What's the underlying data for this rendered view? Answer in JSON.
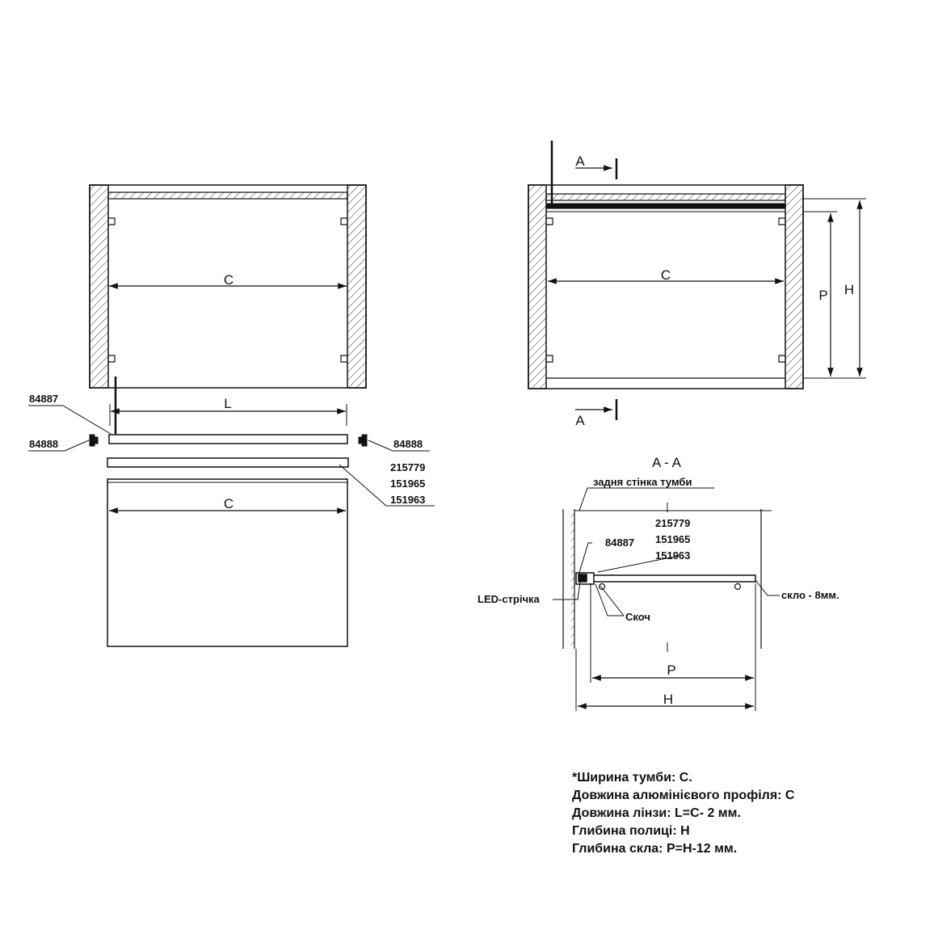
{
  "front_view": {
    "dim_width": "C",
    "dim_lens": "L",
    "dim_glass": "C",
    "part_cap_left": "84887",
    "part_end_left": "84888",
    "part_end_right": "84888",
    "part_profile_1": "215779",
    "part_profile_2": "151965",
    "part_profile_3": "151963"
  },
  "top_view": {
    "section_mark_top": "A",
    "section_mark_bottom": "A",
    "dim_width": "C",
    "dim_glass_depth": "P",
    "dim_shelf_depth": "H"
  },
  "section_view": {
    "title": "A - A",
    "label_back_wall": "задня стінка тумби",
    "part_profile_1": "215779",
    "part_profile_2": "151965",
    "part_profile_3": "151963",
    "part_cap": "84887",
    "label_led": "LED-стрічка",
    "label_tape": "Скоч",
    "label_glass": "скло - 8мм.",
    "dim_glass_depth": "P",
    "dim_shelf_depth": "H"
  },
  "notes": [
    "*Ширина тумби: С.",
    "Довжина алюмінієвого профіля: С",
    "Довжина лінзи: L=C- 2 мм.",
    "Глибина полиці: Н",
    "Глибина скла: Р=Н-12 мм."
  ]
}
